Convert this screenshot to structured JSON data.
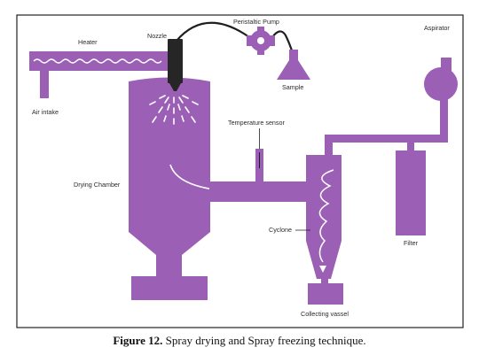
{
  "colors": {
    "equipment": "#9b5fb5",
    "tube": "#1f1f1f",
    "nozzle": "#262626",
    "spray": "#ffffff",
    "frame": "#222222"
  },
  "labels": {
    "heater": "Heater",
    "nozzle": "Nozzle",
    "peristaltic_pump": "Peristaltic Pump",
    "aspirator": "Aspirator",
    "sample": "Sample",
    "air_intake": "Air intake",
    "temperature_sensor": "Temperature sensor",
    "drying_chamber": "Drying Chamber",
    "cyclone": "Cyclone",
    "filter": "Filter",
    "collecting_vessel": "Collecting vassel"
  },
  "caption": {
    "figure_label": "Figure 12.",
    "text": " Spray drying and Spray freezing technique."
  }
}
